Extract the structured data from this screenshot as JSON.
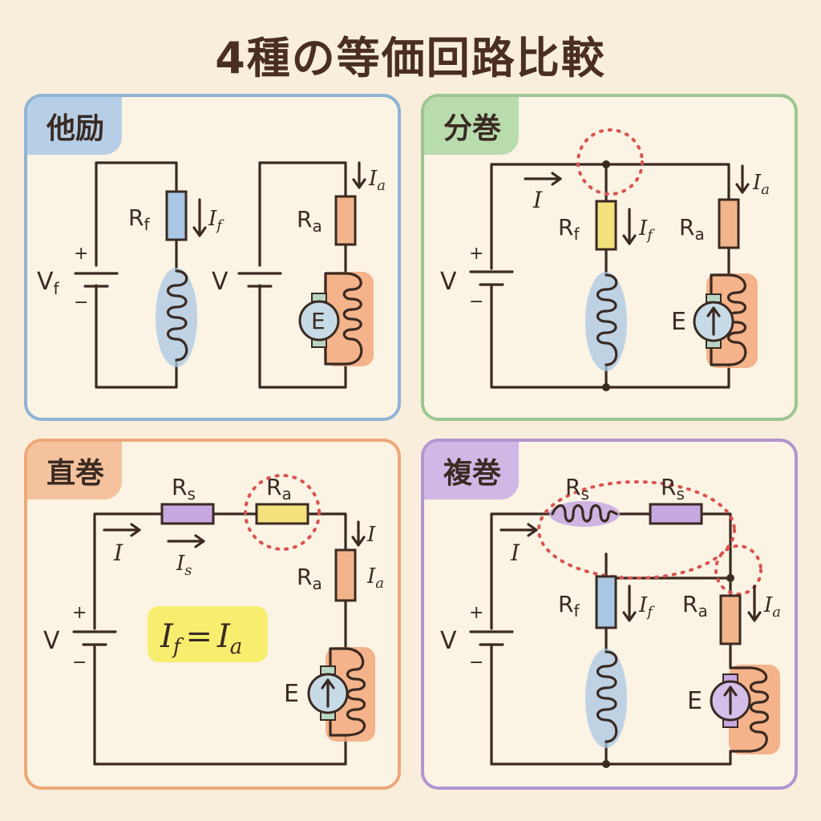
{
  "title": "4種の等価回路比較",
  "colors": {
    "background": "#f8eedb",
    "wire": "#3a2a22",
    "highlight_ring": "#d9534f",
    "separate_border": "#8fb3d6",
    "shunt_border": "#9cc690",
    "series_border": "#eea777",
    "compound_border": "#b194cf",
    "equation_highlight": "#f6ec5a"
  },
  "panels": {
    "separate": {
      "tag": "他励",
      "field_source": "V",
      "field_source_sub": "f",
      "plus": "+",
      "minus": "−",
      "field_resistor": "R",
      "field_resistor_sub": "f",
      "field_current": "I",
      "field_current_sub": "f",
      "armature_source": "V",
      "armature_current": "I",
      "armature_current_sub": "a",
      "armature_resistor": "R",
      "armature_resistor_sub": "a",
      "emf": "E"
    },
    "shunt": {
      "tag": "分巻",
      "source": "V",
      "plus": "+",
      "minus": "−",
      "line_current": "I",
      "field_resistor": "R",
      "field_resistor_sub": "f",
      "field_current": "I",
      "field_current_sub": "f",
      "armature_resistor": "R",
      "armature_resistor_sub": "a",
      "armature_current": "I",
      "armature_current_sub": "a",
      "emf": "E"
    },
    "series": {
      "tag": "直巻",
      "source": "V",
      "plus": "+",
      "minus": "−",
      "line_current": "I",
      "series_resistor": "R",
      "series_resistor_sub": "s",
      "series_current": "I",
      "series_current_sub": "s",
      "highlight_resistor": "R",
      "highlight_resistor_sub": "a",
      "down_current": "I",
      "armature_resistor": "R",
      "armature_resistor_sub": "a",
      "armature_current": "I",
      "armature_current_sub": "a",
      "emf": "E",
      "equation": {
        "lhs": "I",
        "lhs_sub": "f",
        "op": "=",
        "rhs": "I",
        "rhs_sub": "a"
      }
    },
    "compound": {
      "tag": "複巻",
      "source": "V",
      "plus": "+",
      "minus": "−",
      "line_current": "I",
      "series_coil": "R",
      "series_coil_sub": "s",
      "series_resistor": "R",
      "series_resistor_sub": "s",
      "field_resistor": "R",
      "field_resistor_sub": "f",
      "field_current": "I",
      "field_current_sub": "f",
      "armature_resistor": "R",
      "armature_resistor_sub": "a",
      "armature_current": "I",
      "armature_current_sub": "a",
      "emf": "E"
    }
  }
}
